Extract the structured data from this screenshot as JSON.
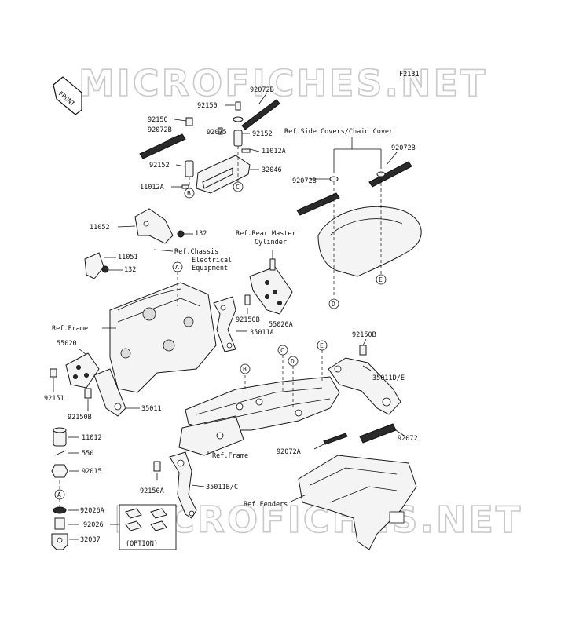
{
  "figure_code": "F2131",
  "front_arrow": "FRONT",
  "watermark_top": "MICROFICHES.NET",
  "watermark_bottom": "MICROFICHES.NET",
  "labels": {
    "p92072B_top": "92072B",
    "p92150_top": "92150",
    "p92150_left": "92150",
    "p92072B_left": "92072B",
    "p92075": "92075",
    "p92152_right": "92152",
    "p11012A_right": "11012A",
    "p92152_left": "92152",
    "p32046": "32046",
    "p11012A_left": "11012A",
    "ref_side_covers": "Ref.Side Covers/Chain Cover",
    "p92072B_right": "92072B",
    "p92072B_mid": "92072B",
    "p11052": "11052",
    "p132_a": "132",
    "ref_rear_master_1": "Ref.Rear Master",
    "ref_rear_master_2": "Cylinder",
    "ref_chassis_1": "Ref.Chassis",
    "ref_chassis_2": "Electrical",
    "ref_chassis_3": "Equipment",
    "p11051": "11051",
    "p132_b": "132",
    "ref_frame_left": "Ref.Frame",
    "p92150B_mid": "92150B",
    "p55020A": "55020A",
    "p35011A": "35011A",
    "p55020": "55020",
    "p92150B_right": "92150B",
    "p35011DE": "35011D/E",
    "p92151": "92151",
    "p92150B_left": "92150B",
    "p35011": "35011",
    "p11012": "11012",
    "p550": "550",
    "p92015": "92015",
    "p92072A": "92072A",
    "p92072": "92072",
    "ref_frame_bottom": "Ref.Frame",
    "p92150A": "92150A",
    "p35011BC": "35011B/C",
    "ref_fenders": "Ref.Fenders",
    "p92026A": "92026A",
    "p92026": "92026",
    "p32037": "32037",
    "option": "(OPTION)"
  },
  "callouts": {
    "A": "A",
    "B": "B",
    "C": "C",
    "D": "D",
    "E": "E"
  }
}
